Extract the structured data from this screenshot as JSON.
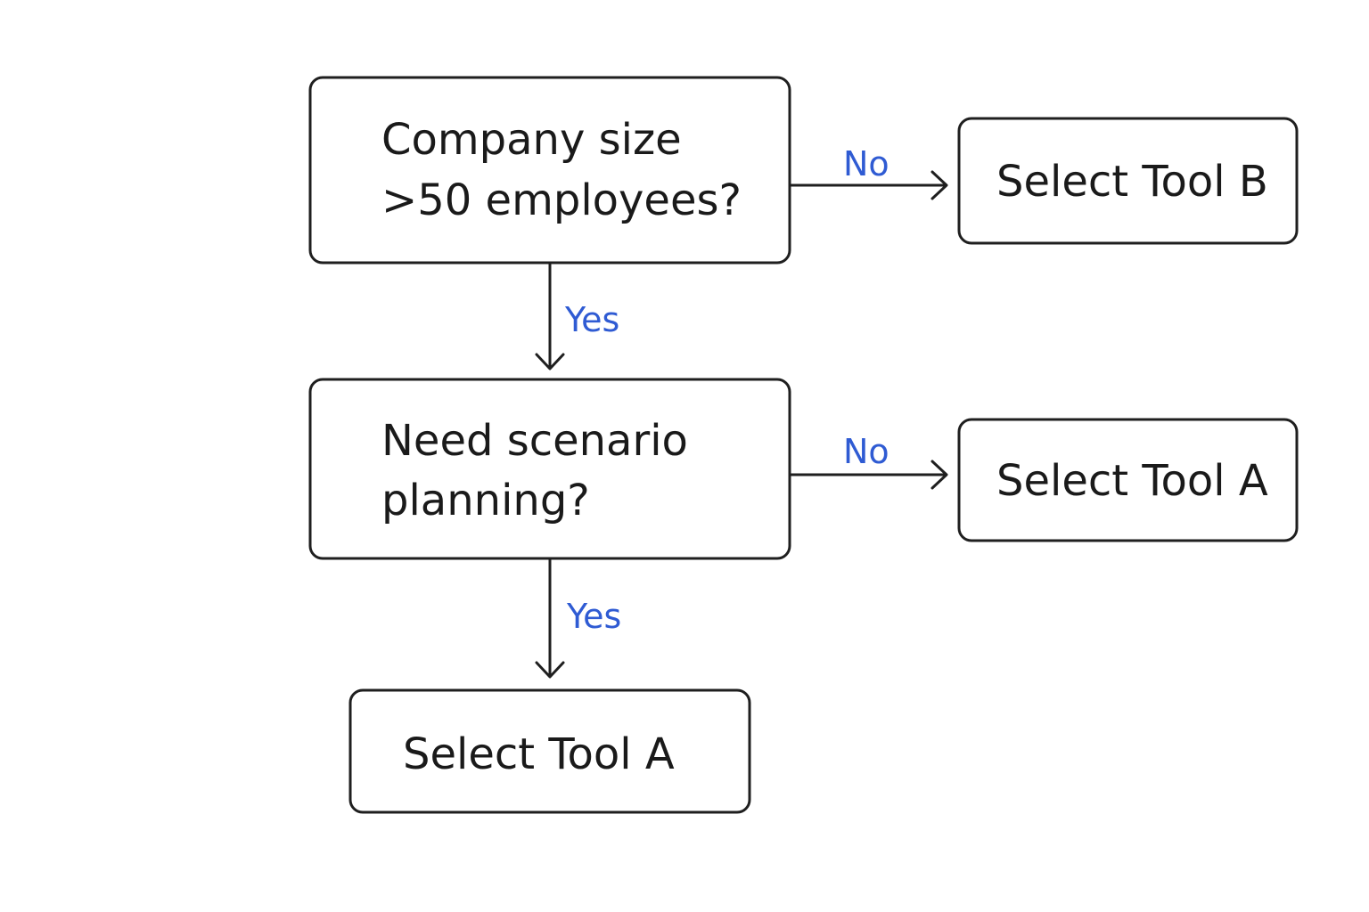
{
  "colors": {
    "stroke": "#1f1f1f",
    "text": "#1a1a1a",
    "label": "#2f5bd3",
    "background": "#ffffff"
  },
  "nodes": {
    "decision_company_size": {
      "line1": "Company size",
      "line2": ">50 employees?"
    },
    "decision_scenario": {
      "line1": "Need scenario",
      "line2": "planning?"
    },
    "result_tool_b": {
      "label": "Select Tool B"
    },
    "result_tool_a_right": {
      "label": "Select Tool A"
    },
    "result_tool_a_bottom": {
      "label": "Select Tool A"
    }
  },
  "edges": {
    "size_no": {
      "label": "No"
    },
    "size_yes": {
      "label": "Yes"
    },
    "scenario_no": {
      "label": "No"
    },
    "scenario_yes": {
      "label": "Yes"
    }
  }
}
